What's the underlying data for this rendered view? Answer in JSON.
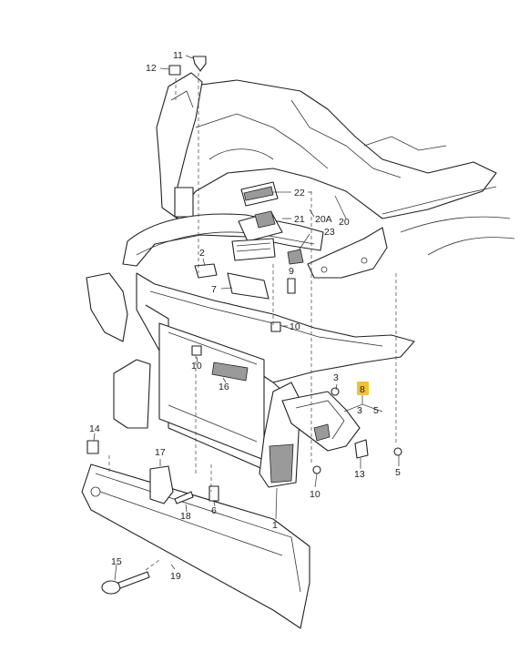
{
  "callouts": [
    {
      "id": "c11",
      "text": "11"
    },
    {
      "id": "c12",
      "text": "12"
    },
    {
      "id": "c22",
      "text": "22"
    },
    {
      "id": "c21",
      "text": "21"
    },
    {
      "id": "c20a",
      "text": "20A"
    },
    {
      "id": "c20",
      "text": "20"
    },
    {
      "id": "c23",
      "text": "23"
    },
    {
      "id": "c2",
      "text": "2"
    },
    {
      "id": "c7",
      "text": "7"
    },
    {
      "id": "c9",
      "text": "9"
    },
    {
      "id": "c10a",
      "text": "10"
    },
    {
      "id": "c10b",
      "text": "10"
    },
    {
      "id": "c16",
      "text": "16"
    },
    {
      "id": "c3a",
      "text": "3"
    },
    {
      "id": "c8",
      "text": "8"
    },
    {
      "id": "c3b",
      "text": "3"
    },
    {
      "id": "c5a",
      "text": "5"
    },
    {
      "id": "c14",
      "text": "14"
    },
    {
      "id": "c17",
      "text": "17"
    },
    {
      "id": "c18",
      "text": "18"
    },
    {
      "id": "c6",
      "text": "6"
    },
    {
      "id": "c13",
      "text": "13"
    },
    {
      "id": "c5b",
      "text": "5"
    },
    {
      "id": "c10c",
      "text": "10"
    },
    {
      "id": "c1",
      "text": "1"
    },
    {
      "id": "c15",
      "text": "15"
    },
    {
      "id": "c19",
      "text": "19"
    }
  ],
  "highlight": {
    "callout": "8",
    "color": "#f2c233"
  }
}
